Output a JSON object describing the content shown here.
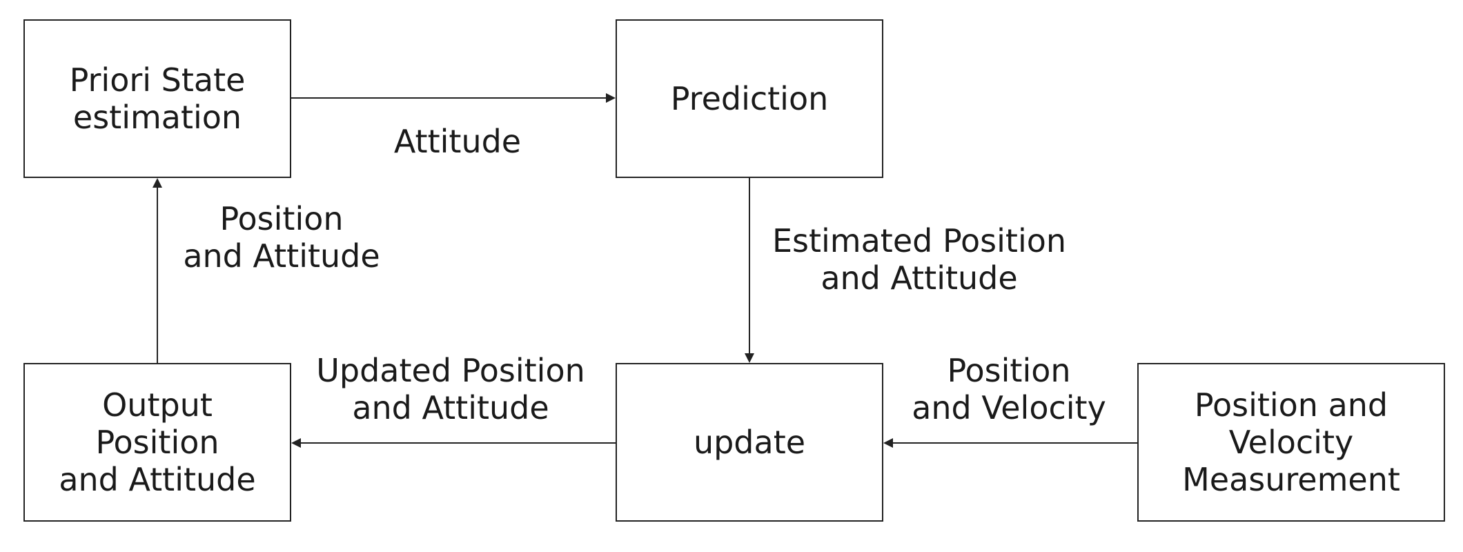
{
  "boxes": {
    "priori": "Priori State\nestimation",
    "prediction": "Prediction",
    "output": "Output\nPosition\nand Attitude",
    "update": "update",
    "measurement": "Position and\nVelocity\nMeasurement"
  },
  "labels": {
    "attitude": "Attitude",
    "position_and_attitude": "Position\nand Attitude",
    "estimated_position_and_attitude": "Estimated Position\nand Attitude",
    "updated_position_and_attitude": "Updated Position\nand Attitude",
    "position_and_velocity": "Position\nand Velocity"
  }
}
